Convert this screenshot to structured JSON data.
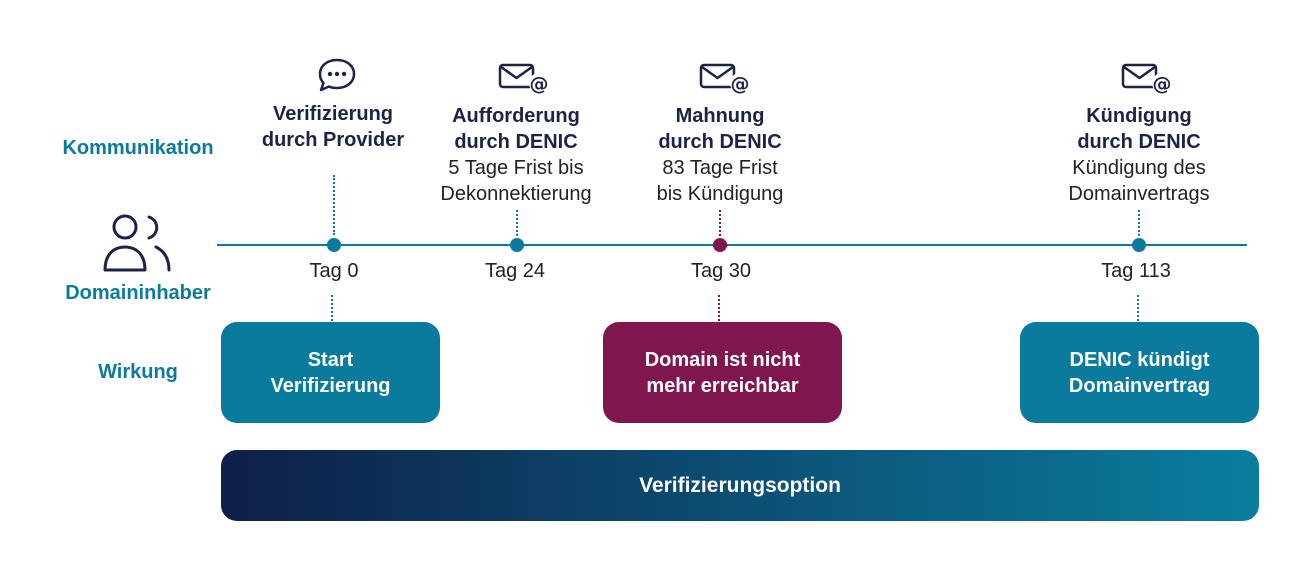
{
  "labels": {
    "kommunikation": "Kommunikation",
    "domaininhaber": "Domaininhaber",
    "wirkung": "Wirkung"
  },
  "events": [
    {
      "icon": "chat-bubble-icon",
      "title1": "Verifizierung",
      "title2": "durch Provider",
      "sub1": "",
      "sub2": "",
      "tag": "Tag 0"
    },
    {
      "icon": "email-at-icon",
      "title1": "Aufforderung",
      "title2": "durch DENIC",
      "sub1": "5 Tage Frist bis",
      "sub2": "Dekonnektierung",
      "tag": "Tag 24"
    },
    {
      "icon": "email-at-icon",
      "title1": "Mahnung",
      "title2": "durch DENIC",
      "sub1": "83 Tage Frist",
      "sub2": "bis Kündigung",
      "tag": "Tag 30"
    },
    {
      "icon": "email-at-icon",
      "title1": "Kündigung",
      "title2": "durch DENIC",
      "sub1": "Kündigung des",
      "sub2": "Domainvertrags",
      "tag": "Tag 113"
    }
  ],
  "effects": [
    {
      "line1": "Start",
      "line2": "Verifizierung"
    },
    {
      "line1": "Domain ist nicht",
      "line2": "mehr erreichbar"
    },
    {
      "line1": "DENIC kündigt",
      "line2": "Domainvertrag"
    }
  ],
  "bar_label": "Verifizierungsoption",
  "colors": {
    "teal": "#0a7b9c",
    "maroon": "#80164e",
    "navy": "#0e1f48"
  }
}
